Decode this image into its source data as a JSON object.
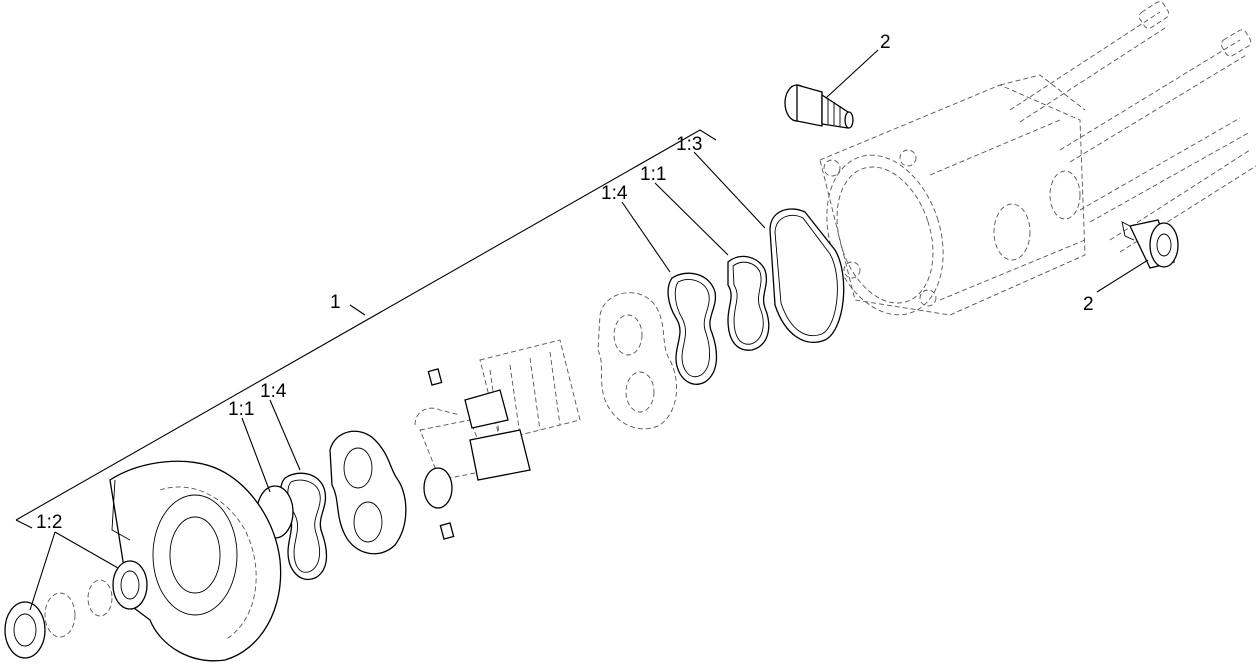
{
  "figure": {
    "type": "exploded-parts-diagram",
    "callouts": {
      "assembly": "1",
      "seal_kit": "1:2",
      "backup_ring_front": "1:1",
      "seal_ring_front": "1:4",
      "o_ring": "1:3",
      "backup_ring_rear": "1:1",
      "seal_ring_rear": "1:4",
      "valve_top": "2",
      "valve_right": "2"
    }
  }
}
